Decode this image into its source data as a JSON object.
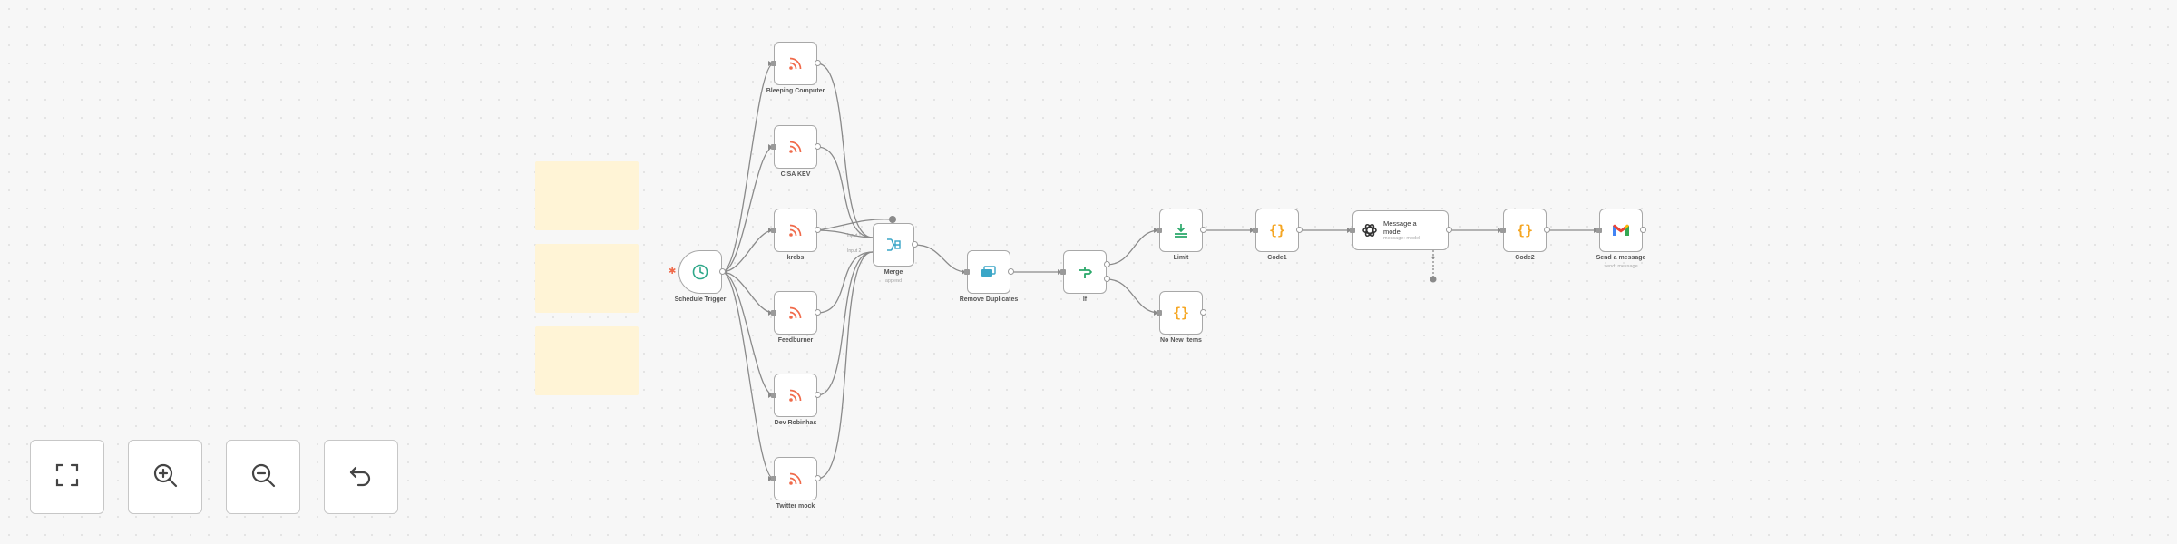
{
  "canvas": {
    "nodes": {
      "schedule_trigger": {
        "label": "Schedule Trigger",
        "icon": "clock-icon"
      },
      "rss_1": {
        "label": "Bleeping Computer",
        "icon": "rss-icon"
      },
      "rss_2": {
        "label": "CISA KEV",
        "icon": "rss-icon"
      },
      "rss_3": {
        "label": "krebs",
        "icon": "rss-icon"
      },
      "rss_4": {
        "label": "Feedburner",
        "icon": "rss-icon"
      },
      "rss_5": {
        "label": "Dev Robinhas",
        "icon": "rss-icon"
      },
      "rss_6": {
        "label": "Twitter mock",
        "icon": "rss-icon"
      },
      "merge": {
        "label": "Merge",
        "sub": "append",
        "icon": "merge-icon",
        "input_1": "Input 1",
        "input_2": "Input 2"
      },
      "remove_duplicates": {
        "label": "Remove Duplicates",
        "icon": "remove-duplicates-icon"
      },
      "if": {
        "label": "If",
        "icon": "branch-icon"
      },
      "limit": {
        "label": "Limit",
        "icon": "limit-icon"
      },
      "no_new_items": {
        "label": "No New Items",
        "icon": "code-icon"
      },
      "code1": {
        "label": "Code1",
        "icon": "code-icon"
      },
      "message_model": {
        "title": "Message a model",
        "sub": "message: model",
        "icon": "openai-icon"
      },
      "code2": {
        "label": "Code2",
        "icon": "code-icon"
      },
      "gmail": {
        "label": "Send a message",
        "sub": "send: message",
        "icon": "gmail-icon"
      }
    }
  },
  "controls": {
    "fit_view": "fit-view-icon",
    "zoom_in": "zoom-in-icon",
    "zoom_out": "zoom-out-icon",
    "undo": "undo-icon"
  },
  "colors": {
    "rss": "#f06a4a",
    "trigger": "#2fa88a",
    "merge": "#3aa6c7",
    "code": "#f5a623",
    "limit": "#2aa86a",
    "gmail_red": "#ea4335",
    "sticky": "#fff4d6",
    "edge": "#8a8a8a"
  }
}
